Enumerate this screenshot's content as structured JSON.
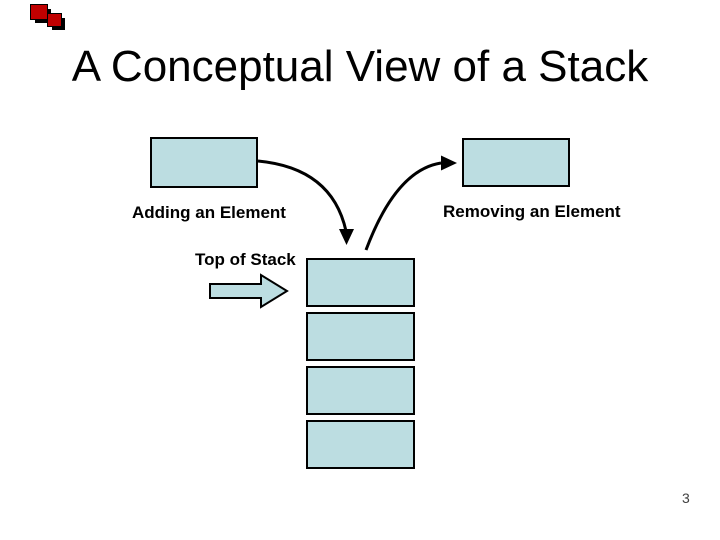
{
  "slide": {
    "title": "A Conceptual View of a Stack",
    "page_number": "3",
    "labels": {
      "adding": "Adding an Element",
      "removing": "Removing an Element",
      "top_of_stack": "Top of Stack"
    },
    "diagram": {
      "stack_cell_count": 4,
      "icons": {
        "adding_arrow": "curved-arrow-down-to-stack",
        "removing_arrow": "curved-arrow-right-from-stack",
        "top_of_stack_arrow": "block-right-arrow",
        "corner_decoration": "red-squares-slide-ornament"
      }
    },
    "colors": {
      "background": "#ffffff",
      "box_fill": "#bcdde1",
      "box_border": "#000000",
      "ink": "#000000",
      "corner_red": "#c00000",
      "corner_shadow": "#000000",
      "page_number_color": "#404040"
    }
  }
}
